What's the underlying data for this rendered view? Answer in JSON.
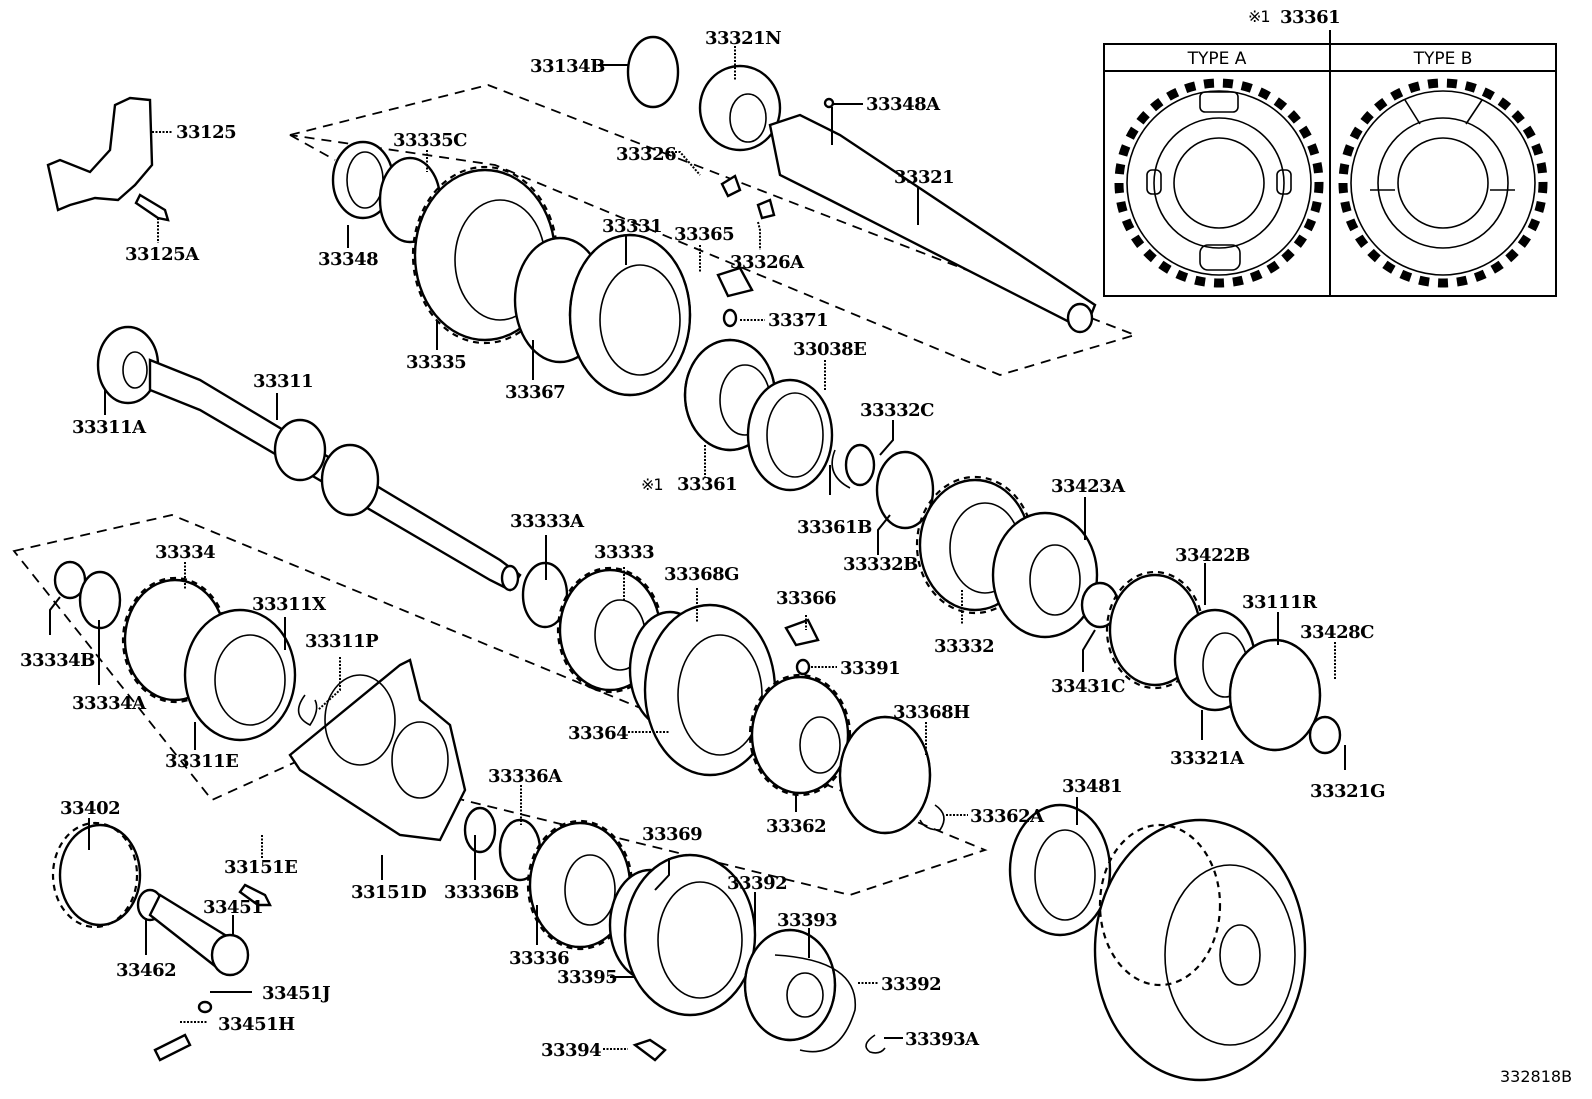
{
  "diagram": {
    "drawing_number": "332818B",
    "inset": {
      "callout_mark": "※1",
      "callout_part": "33361",
      "type_a_label": "TYPE A",
      "type_b_label": "TYPE B"
    },
    "parts": [
      {
        "id": "33125",
        "label": "33125"
      },
      {
        "id": "33125A",
        "label": "33125A"
      },
      {
        "id": "33134B",
        "label": "33134B"
      },
      {
        "id": "33321N",
        "label": "33321N"
      },
      {
        "id": "33348A",
        "label": "33348A"
      },
      {
        "id": "33326",
        "label": "33326"
      },
      {
        "id": "33326A",
        "label": "33326A"
      },
      {
        "id": "33321",
        "label": "33321"
      },
      {
        "id": "33335C",
        "label": "33335C"
      },
      {
        "id": "33348",
        "label": "33348"
      },
      {
        "id": "33331",
        "label": "33331"
      },
      {
        "id": "33365",
        "label": "33365"
      },
      {
        "id": "33371",
        "label": "33371"
      },
      {
        "id": "33335",
        "label": "33335"
      },
      {
        "id": "33367",
        "label": "33367"
      },
      {
        "id": "33038E",
        "label": "33038E"
      },
      {
        "id": "33311",
        "label": "33311"
      },
      {
        "id": "33311A",
        "label": "33311A"
      },
      {
        "id": "33332C",
        "label": "33332C"
      },
      {
        "id": "33361",
        "label": "33361",
        "prefix": "※1"
      },
      {
        "id": "33361B",
        "label": "33361B"
      },
      {
        "id": "33332B",
        "label": "33332B"
      },
      {
        "id": "33423A",
        "label": "33423A"
      },
      {
        "id": "33333A",
        "label": "33333A"
      },
      {
        "id": "33333",
        "label": "33333"
      },
      {
        "id": "33368G",
        "label": "33368G"
      },
      {
        "id": "33366",
        "label": "33366"
      },
      {
        "id": "33391",
        "label": "33391"
      },
      {
        "id": "33332",
        "label": "33332"
      },
      {
        "id": "33422B",
        "label": "33422B"
      },
      {
        "id": "33111R",
        "label": "33111R"
      },
      {
        "id": "33428C",
        "label": "33428C"
      },
      {
        "id": "33431C",
        "label": "33431C"
      },
      {
        "id": "33321A",
        "label": "33321A"
      },
      {
        "id": "33321G",
        "label": "33321G"
      },
      {
        "id": "33334",
        "label": "33334"
      },
      {
        "id": "33334B",
        "label": "33334B"
      },
      {
        "id": "33334A",
        "label": "33334A"
      },
      {
        "id": "33311X",
        "label": "33311X"
      },
      {
        "id": "33311P",
        "label": "33311P"
      },
      {
        "id": "33311E",
        "label": "33311E"
      },
      {
        "id": "33364",
        "label": "33364"
      },
      {
        "id": "33368H",
        "label": "33368H"
      },
      {
        "id": "33362",
        "label": "33362"
      },
      {
        "id": "33362A",
        "label": "33362A"
      },
      {
        "id": "33481",
        "label": "33481"
      },
      {
        "id": "33402",
        "label": "33402"
      },
      {
        "id": "33151E",
        "label": "33151E"
      },
      {
        "id": "33151D",
        "label": "33151D"
      },
      {
        "id": "33336A",
        "label": "33336A"
      },
      {
        "id": "33336B",
        "label": "33336B"
      },
      {
        "id": "33336",
        "label": "33336"
      },
      {
        "id": "33369",
        "label": "33369"
      },
      {
        "id": "33392",
        "label": "33392"
      },
      {
        "id": "33393",
        "label": "33393"
      },
      {
        "id": "33395",
        "label": "33395"
      },
      {
        "id": "33392_b",
        "label": "33392"
      },
      {
        "id": "33394",
        "label": "33394"
      },
      {
        "id": "33393A",
        "label": "33393A"
      },
      {
        "id": "33451",
        "label": "33451"
      },
      {
        "id": "33462",
        "label": "33462"
      },
      {
        "id": "33451J",
        "label": "33451J"
      },
      {
        "id": "33451H",
        "label": "33451H"
      }
    ]
  }
}
